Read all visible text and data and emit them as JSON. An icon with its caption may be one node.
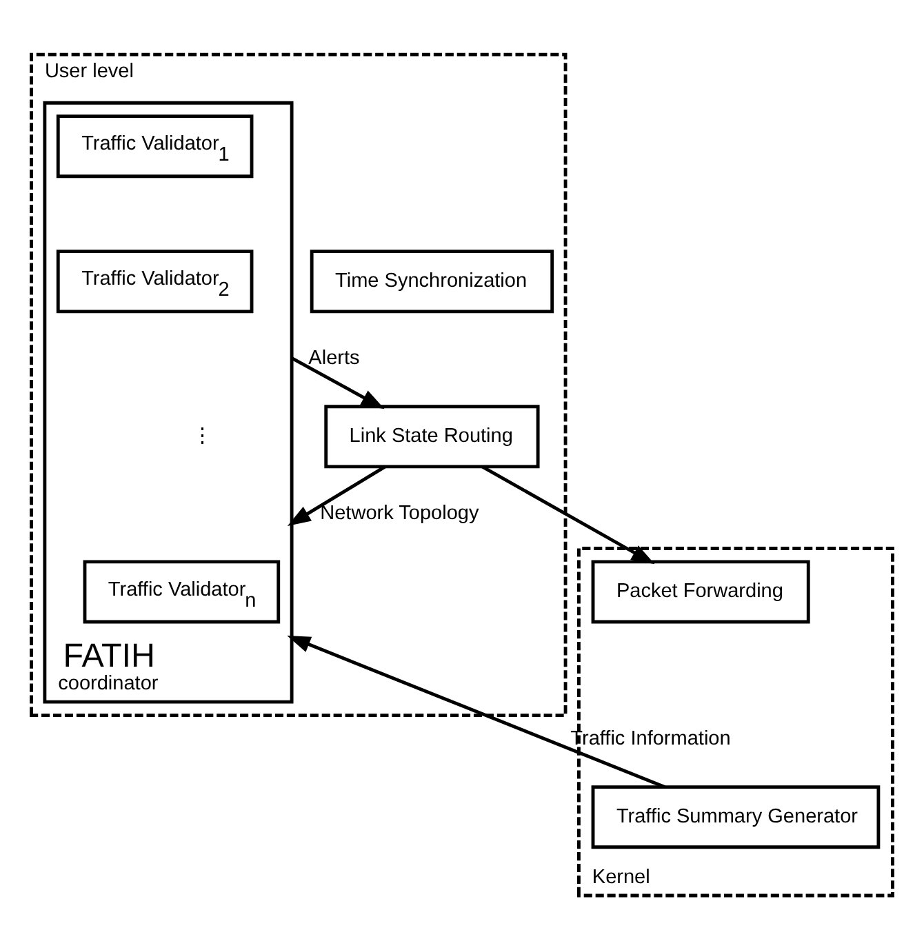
{
  "diagram": {
    "nodes": [
      {
        "text": [
          "User level"
        ]
      },
      {
        "text": [
          "FATIH",
          "coordinator"
        ],
        "in": 0
      },
      {
        "text": [
          "Traffic Validator$_{1}$"
        ],
        "in": 1
      },
      {
        "text": [
          "Traffic Validator$_{2}$"
        ],
        "in": 1
      },
      {
        "text": [
          "Traffic Validator$_{n}$"
        ],
        "in": 1
      },
      {
        "text": [
          "Time Synchronization"
        ],
        "in": 0
      },
      {
        "text": [
          "Link State Routing"
        ],
        "in": 0
      },
      {
        "text": [
          "Kernel"
        ]
      },
      {
        "text": [
          "Traffic Summary Generator"
        ],
        "in": 7
      },
      {
        "text": [
          "Packet Forwarding"
        ],
        "in": 7
      }
    ],
    "edges": [
      {
        "from": 1,
        "to": 6,
        "arrow": "to",
        "label": "Alerts"
      },
      {
        "from": 6,
        "to": 1,
        "arrow": "to",
        "label": "Network Topology"
      },
      {
        "from": 6,
        "to": 9,
        "arrow": "to"
      },
      {
        "from": 8,
        "to": 1,
        "arrow": "to",
        "label": "Traffic Information"
      }
    ],
    "labels": [
      "⋮"
    ]
  }
}
